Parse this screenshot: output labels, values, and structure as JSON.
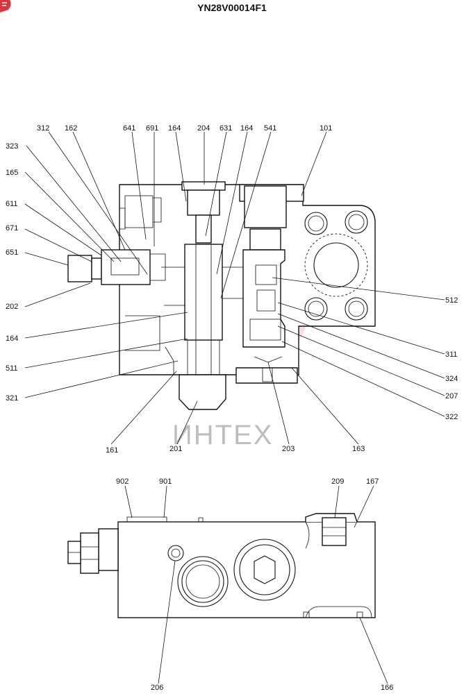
{
  "document": {
    "title": "YN28V00014F1",
    "watermark": "ИНТЕХ",
    "accent_color": "#d9373d"
  },
  "top_view_labels": [
    "312",
    "162",
    "641",
    "691",
    "164",
    "204",
    "631",
    "164",
    "541",
    "101",
    "323",
    "165",
    "611",
    "671",
    "651",
    "202",
    "164",
    "511",
    "321",
    "161",
    "201",
    "203",
    "163",
    "512",
    "311",
    "324",
    "207",
    "322"
  ],
  "side_view_labels": [
    "902",
    "901",
    "209",
    "167",
    "206",
    "166"
  ]
}
